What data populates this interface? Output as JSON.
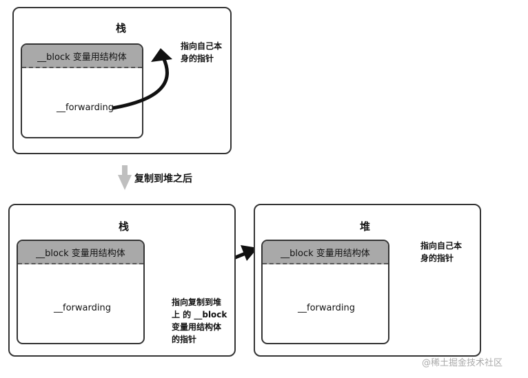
{
  "top": {
    "title": "栈",
    "struct_header": "__block 变量用结构体",
    "field": "__forwarding",
    "note": "指向自己本\n身的指针"
  },
  "transition": {
    "label": "复制到堆之后"
  },
  "bottom_left": {
    "title": "栈",
    "struct_header": "__block 变量用结构体",
    "field": "__forwarding",
    "note": "指向复制到堆\n上 的 __block\n变量用结构体\n的指针"
  },
  "bottom_right": {
    "title": "堆",
    "struct_header": "__block 变量用结构体",
    "field": "__forwarding",
    "note": "指向自己本\n身的指针"
  },
  "watermark": "@稀土掘金技术社区"
}
